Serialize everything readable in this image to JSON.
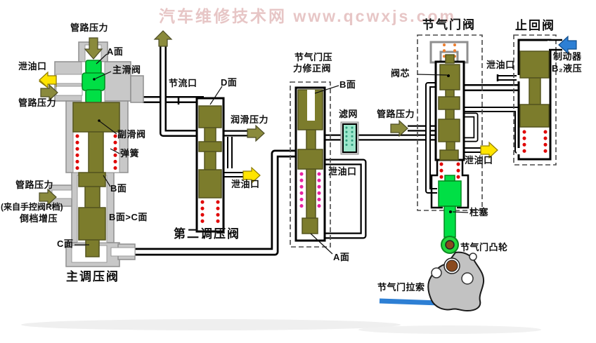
{
  "watermark": {
    "text": "汽车维修技术网 www.qcwxjs.com"
  },
  "valves": {
    "main_regulator": {
      "title": "主调压阀"
    },
    "second_regulator": {
      "title": "第二调压阀"
    },
    "throttle_correction": {
      "title_line1": "节气门压",
      "title_line2": "力修正阀"
    },
    "throttle": {
      "title": "节气门阀"
    },
    "check": {
      "title": "止回阀"
    }
  },
  "labels": {
    "line_pressure_top": "管路压力",
    "a_face_main": "A面",
    "main_spool": "主滑阀",
    "drain_main_left": "泄油口",
    "line_pressure_left1": "管路压力",
    "sub_spool": "副滑阀",
    "spring": "弹簧",
    "line_pressure_left2": "管路压力",
    "from_manual_r": "(来自手控阀R档)",
    "reverse_boost": "倒档增压",
    "b_face_main": "B面",
    "b_gt_c": "B面>C面",
    "c_face": "C面",
    "orifice": "节流口",
    "d_face": "D面",
    "lube_pressure": "润滑压力",
    "drain_second": "泄油口",
    "b_face_corr": "B面",
    "filter": "滤网",
    "line_pressure_mid": "管路压力",
    "drain_corr": "泄油口",
    "a_face_corr": "A面",
    "valve_core": "阀芯",
    "drain_check_left": "泄油口",
    "drain_throttle": "泄油口",
    "plunger": "柱塞",
    "throttle_cam": "节气门凸轮",
    "throttle_cable": "节气门拉索",
    "brake_b2_line1": "制动器",
    "brake_b2_line2": "B₂液压"
  },
  "colors": {
    "body_gray": "#c8c8c8",
    "spool_olive": "#7c7c2c",
    "spool_green": "#00df45",
    "spring_red": "#e00000",
    "spring_magenta": "#e822a0",
    "spring_orange": "#ef8030",
    "filter_cyan": "#9ce6cb",
    "arrow_yellow": "#ffe400",
    "arrow_olive": "#8a8a3c",
    "arrow_blue": "#2d7fd4",
    "cable_blue": "#2d7fd4",
    "cam_gray": "#c2c2c2",
    "watermark_pink": "#e7c6c6"
  }
}
